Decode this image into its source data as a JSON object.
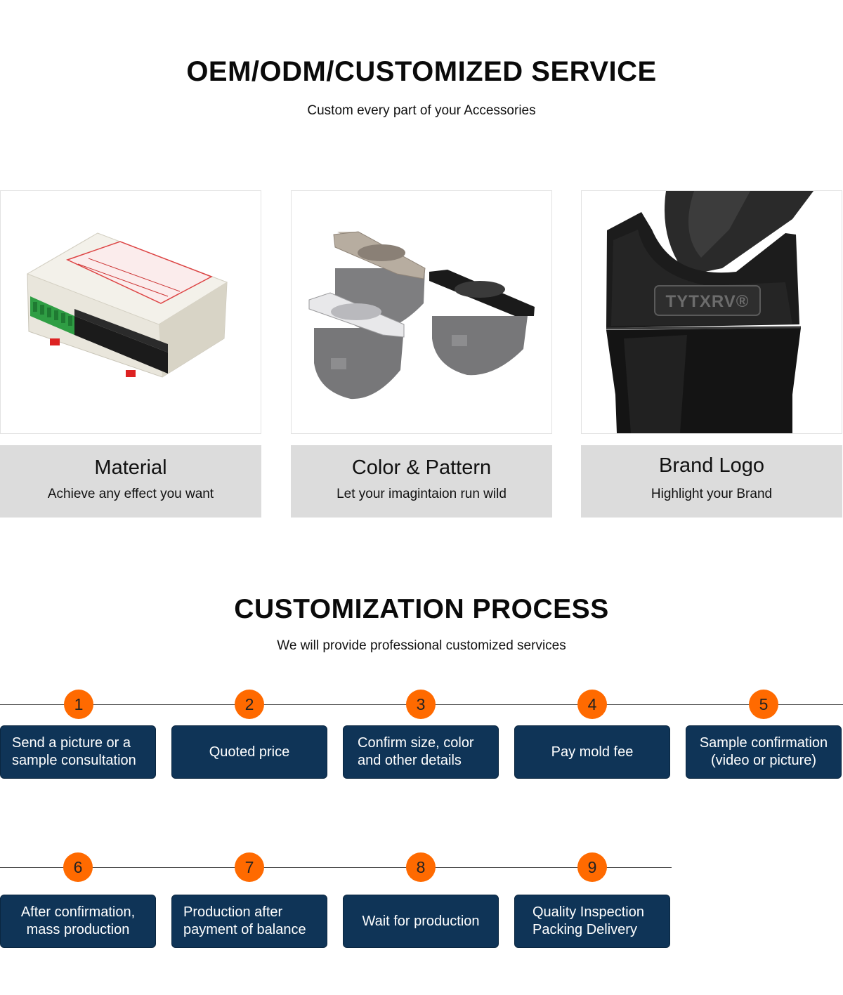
{
  "service": {
    "title": "OEM/ODM/CUSTOMIZED SERVICE",
    "subtitle": "Custom every part of your Accessories"
  },
  "features": [
    {
      "name": "Material",
      "desc": "Achieve any effect you want"
    },
    {
      "name": "Color & Pattern",
      "desc": "Let your imagintaion run wild"
    },
    {
      "name": "Brand Logo",
      "desc": "Highlight your Brand",
      "logo_text": "TYTXRV"
    }
  ],
  "process": {
    "title": "CUSTOMIZATION PROCESS",
    "subtitle": "We will provide professional customized services",
    "steps": [
      {
        "num": "1",
        "label": "Send a picture or a sample consultation"
      },
      {
        "num": "2",
        "label": "Quoted price"
      },
      {
        "num": "3",
        "label": "Confirm size, color and other details"
      },
      {
        "num": "4",
        "label": "Pay mold fee"
      },
      {
        "num": "5",
        "label": "Sample confirmation (video or picture)"
      },
      {
        "num": "6",
        "label": "After confirmation, mass production"
      },
      {
        "num": "7",
        "label": "Production after payment of balance"
      },
      {
        "num": "8",
        "label": "Wait for production"
      },
      {
        "num": "9",
        "label": "Quality Inspection Packing Delivery"
      }
    ]
  },
  "colors": {
    "accent": "#ff6a00",
    "step_bg": "#0f3457",
    "label_bg": "#dcdcdc"
  }
}
